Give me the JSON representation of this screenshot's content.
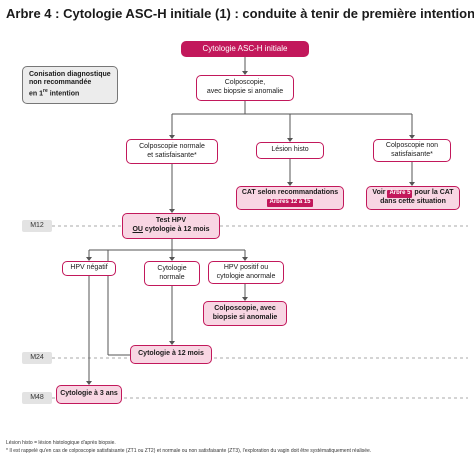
{
  "title": "Arbre 4 : Cytologie ASC-H initiale (1) : conduite à tenir de première intention",
  "colors": {
    "accent": "#c2185b",
    "soft_fill": "#f8d6e3",
    "gray_fill": "#ececec",
    "milestone_fill": "#e3e3e3"
  },
  "side_note": {
    "line1": "Conisation diagnostique",
    "line2": "non recommandée",
    "line3_prefix": "en 1",
    "line3_sup": "re",
    "line3_suffix": " intention"
  },
  "nodes": {
    "start": "Cytologie ASC-H initiale",
    "colpo": {
      "line1": "Colposcopie,",
      "line2": "avec biopsie si anomalie"
    },
    "normal": {
      "line1": "Colposcopie normale",
      "line2": "et satisfaisante*"
    },
    "lesion": "Lésion histo",
    "nonsat": {
      "line1": "Colposcopie non",
      "line2": "satisfaisante*"
    },
    "cat": {
      "line1": "CAT selon recommandations",
      "tag": "Arbres 12 à 15"
    },
    "voir": {
      "prefix": "Voir ",
      "tag": "Arbre 5",
      "suffix": " pour la CAT",
      "line2": "dans cette situation"
    },
    "test": {
      "line1": "Test HPV",
      "line2_bold": "OU",
      "line2_rest": " cytologie à 12 mois"
    },
    "hpvneg": "HPV négatif",
    "cytonorm": {
      "line1": "Cytologie",
      "line2": "normale"
    },
    "hpvpos": {
      "line1": "HPV positif ou",
      "line2": "cytologie anormale"
    },
    "colpo2": {
      "line1": "Colposcopie, avec",
      "line2": "biopsie si anomalie"
    },
    "cyto12": "Cytologie à 12 mois",
    "cyto3": "Cytologie à 3 ans"
  },
  "milestones": [
    "M12",
    "M24",
    "M48"
  ],
  "footnotes": [
    "Lésion histo = lésion histologique d'après biopsie.",
    "* Il est rappelé qu'en cas de colposcopie satisfaisante (ZT1 ou ZT2) et normale ou non satisfaisante (ZT3), l'exploration du vagin doit être systématiquement réalisée."
  ]
}
